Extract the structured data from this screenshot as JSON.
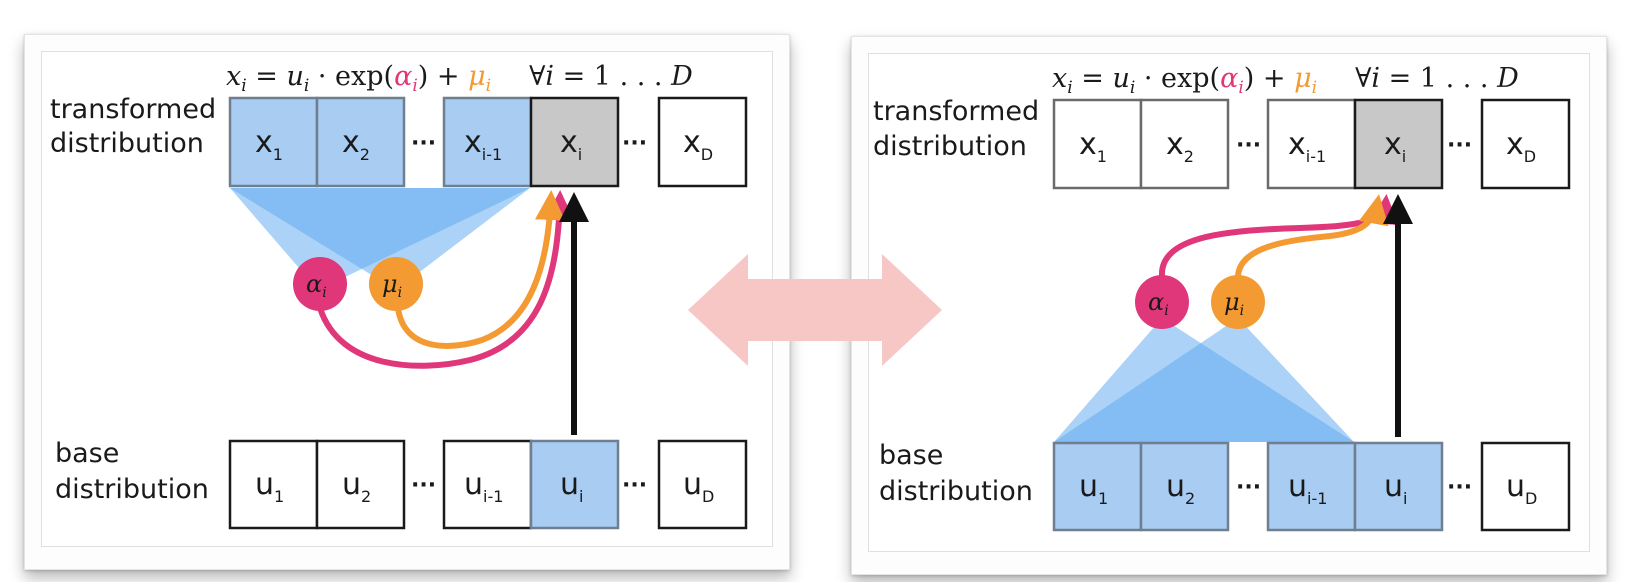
{
  "colors": {
    "alpha": "#e0377a",
    "mu": "#f39a33",
    "blue_cell": "#a9ccf3",
    "cone": "#5aa8ef",
    "gray_cell": "#c8c8c8",
    "double_arrow": "#f6c7c5"
  },
  "panels": [
    {
      "equation": {
        "lhs": "x",
        "lhs_sub": "i",
        "eq": " = ",
        "u": "u",
        "u_sub": "i",
        "mid": " · exp(",
        "alpha": "α",
        "alpha_sub": "i",
        "close_plus": ") + ",
        "mu": "μ",
        "mu_sub": "i",
        "forall": "∀",
        "forall_var": "i",
        "range": " = 1 . . . ",
        "D": "D"
      },
      "transformed_label": [
        "transformed",
        "distribution"
      ],
      "base_label": [
        "base",
        "distribution"
      ],
      "top_cells": [
        {
          "main": "x",
          "sub": "1"
        },
        {
          "main": "x",
          "sub": "2"
        },
        {
          "main": "x",
          "sub": "i-1"
        },
        {
          "main": "x",
          "sub": "i"
        },
        {
          "main": "x",
          "sub": "D"
        }
      ],
      "bottom_cells": [
        {
          "main": "u",
          "sub": "1"
        },
        {
          "main": "u",
          "sub": "2"
        },
        {
          "main": "u",
          "sub": "i-1"
        },
        {
          "main": "u",
          "sub": "i"
        },
        {
          "main": "u",
          "sub": "D"
        }
      ],
      "ellipsis": "···",
      "alpha_node": {
        "symbol": "α",
        "sub": "i"
      },
      "mu_node": {
        "symbol": "μ",
        "sub": "i"
      }
    },
    {
      "equation": {
        "lhs": "x",
        "lhs_sub": "i",
        "eq": " = ",
        "u": "u",
        "u_sub": "i",
        "mid": " · exp(",
        "alpha": "α",
        "alpha_sub": "i",
        "close_plus": ") + ",
        "mu": "μ",
        "mu_sub": "i",
        "forall": "∀",
        "forall_var": "i",
        "range": " = 1 . . . ",
        "D": "D"
      },
      "transformed_label": [
        "transformed",
        "distribution"
      ],
      "base_label": [
        "base",
        "distribution"
      ],
      "top_cells": [
        {
          "main": "x",
          "sub": "1"
        },
        {
          "main": "x",
          "sub": "2"
        },
        {
          "main": "x",
          "sub": "i-1"
        },
        {
          "main": "x",
          "sub": "i"
        },
        {
          "main": "x",
          "sub": "D"
        }
      ],
      "bottom_cells": [
        {
          "main": "u",
          "sub": "1"
        },
        {
          "main": "u",
          "sub": "2"
        },
        {
          "main": "u",
          "sub": "i-1"
        },
        {
          "main": "u",
          "sub": "i"
        },
        {
          "main": "u",
          "sub": "D"
        }
      ],
      "ellipsis": "···",
      "alpha_node": {
        "symbol": "α",
        "sub": "i"
      },
      "mu_node": {
        "symbol": "μ",
        "sub": "i"
      }
    }
  ]
}
